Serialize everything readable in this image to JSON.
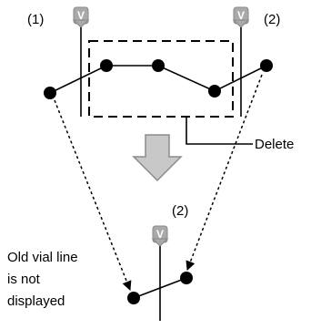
{
  "labels": {
    "marker_1": "(1)",
    "marker_2_top": "(2)",
    "marker_2_bottom": "(2)",
    "delete": "Delete",
    "note_line1": "Old vial line",
    "note_line2": "is not",
    "note_line3": "displayed"
  },
  "via_badge_text": "V",
  "colors": {
    "line": "#000000",
    "node": "#000000",
    "badge_fill": "#a9a9a9",
    "arrow_fill": "#c8c8c8",
    "arrow_stroke": "#8c8c8c"
  }
}
